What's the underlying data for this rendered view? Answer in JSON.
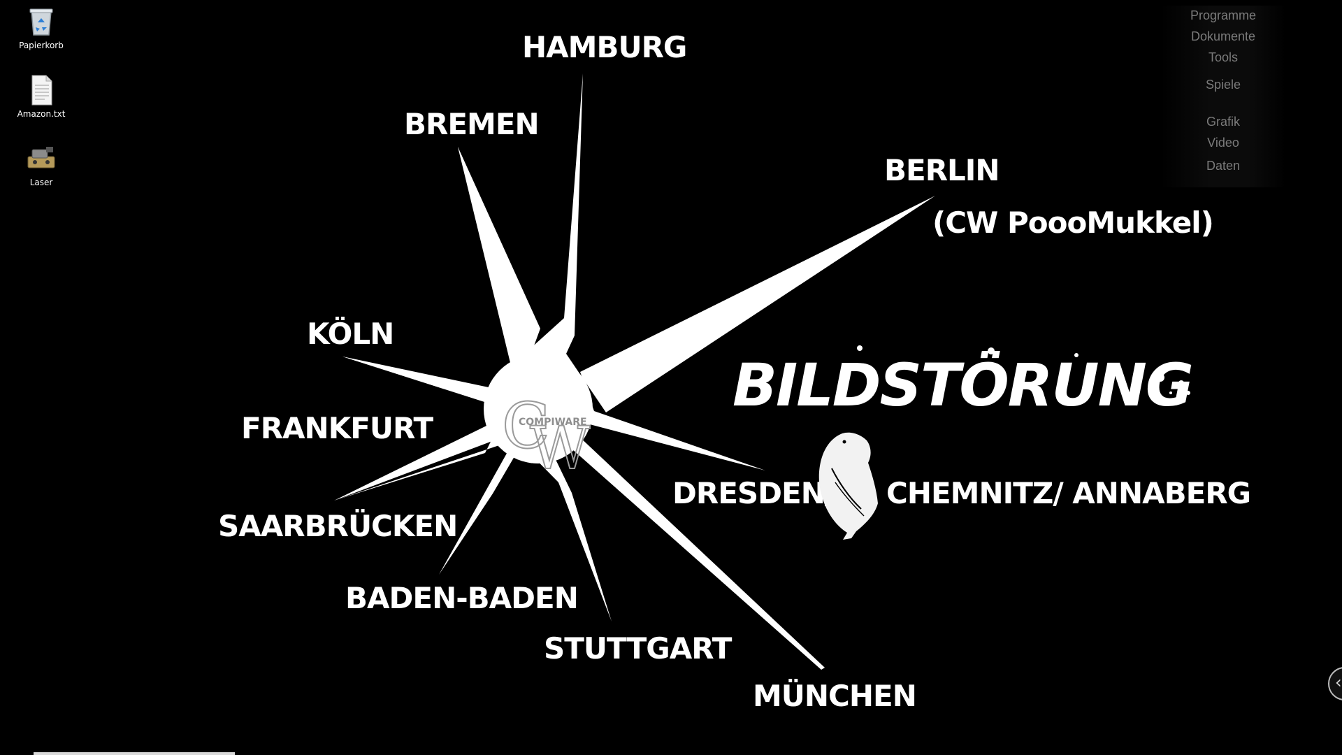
{
  "desktop_icons": [
    {
      "label": "Papierkorb",
      "icon": "recycle-bin-icon"
    },
    {
      "label": "Amazon.txt",
      "icon": "text-file-icon"
    },
    {
      "label": "Laser",
      "icon": "laser-device-icon"
    }
  ],
  "side_menu": {
    "items": [
      "Programme",
      "Dokumente",
      "Tools",
      "Spiele",
      "Grafik",
      "Video",
      "Daten"
    ]
  },
  "map": {
    "cities": {
      "hamburg": "HAMBURG",
      "bremen": "BREMEN",
      "berlin": "BERLIN",
      "berlin_note": "(CW PoooMukkel)",
      "koeln": "KÖLN",
      "frankfurt": "FRANKFURT",
      "saarbruecken": "SAARBRÜCKEN",
      "baden_baden": "BADEN-BADEN",
      "stuttgart": "STUTTGART",
      "muenchen": "MÜNCHEN",
      "dresden": "DRESDEN/",
      "chemnitz": "CHEMNITZ/ ANNABERG"
    },
    "headline": "BILDSTÖRUNG",
    "logo_text": "COMPIWARE",
    "logo_letters": "CW"
  },
  "colors": {
    "background": "#000000",
    "star": "#ffffff",
    "menu_text": "#7b7b7b"
  }
}
